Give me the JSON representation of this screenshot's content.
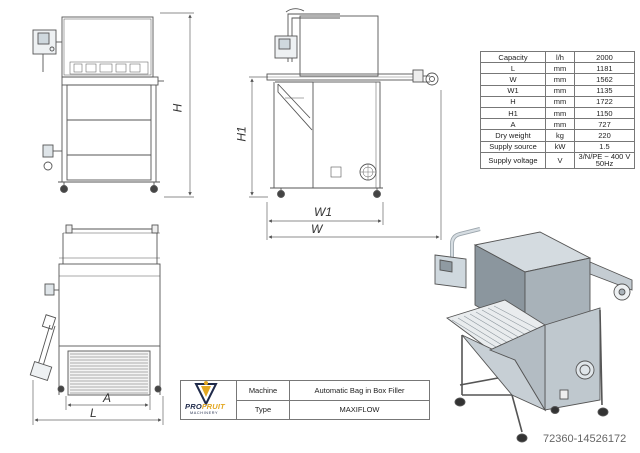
{
  "dimensions": {
    "H": "H",
    "H1": "H1",
    "W1": "W1",
    "W": "W",
    "A": "A",
    "L": "L"
  },
  "spec_table": [
    {
      "param": "Capacity",
      "unit": "l/h",
      "value": "2000"
    },
    {
      "param": "L",
      "unit": "mm",
      "value": "1181"
    },
    {
      "param": "W",
      "unit": "mm",
      "value": "1562"
    },
    {
      "param": "W1",
      "unit": "mm",
      "value": "1135"
    },
    {
      "param": "H",
      "unit": "mm",
      "value": "1722"
    },
    {
      "param": "H1",
      "unit": "mm",
      "value": "1150"
    },
    {
      "param": "A",
      "unit": "mm",
      "value": "727"
    },
    {
      "param": "Dry weight",
      "unit": "kg",
      "value": "220"
    },
    {
      "param": "Supply source",
      "unit": "kW",
      "value": "1.5"
    },
    {
      "param": "Supply voltage",
      "unit": "V",
      "value": "3/N/PE ~ 400 V 50Hz"
    }
  ],
  "title_block": {
    "machine_label": "Machine",
    "machine_value": "Automatic Bag in Box Filler",
    "type_label": "Type",
    "type_value": "MAXIFLOW"
  },
  "logo": {
    "brand_pro": "PRO",
    "brand_fruit": "FRUIT",
    "sub": "MACHINERY"
  },
  "reference": "72360-14526172",
  "colors": {
    "line": "#555555",
    "frame": "#6a6a6a",
    "panel": "#cfd8de",
    "logo_gold": "#e3a823",
    "logo_navy": "#1f2a4a"
  }
}
